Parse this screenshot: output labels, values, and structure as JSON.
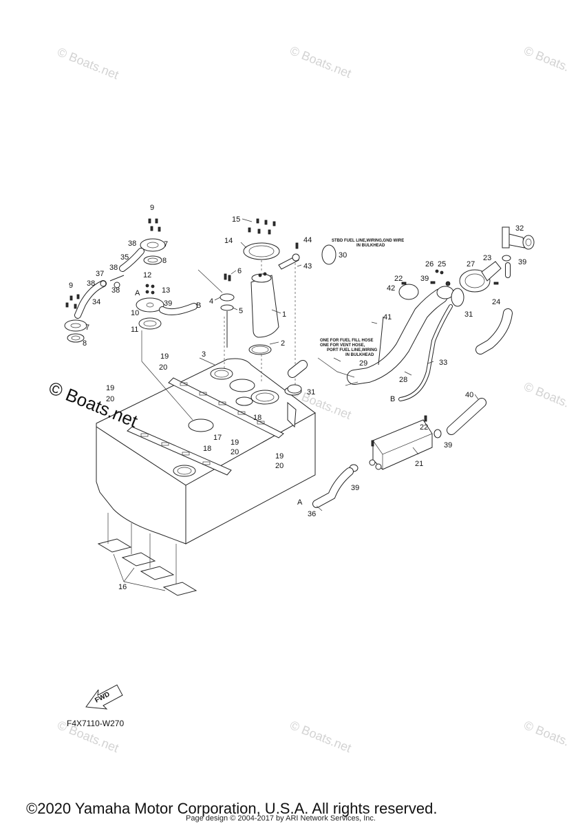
{
  "watermark_text": "© Boats.net",
  "diagram_code": "F4X7110-W270",
  "fwd_label": "FWD",
  "copyright": "©2020 Yamaha Motor Corporation, U.S.A. All rights reserved.",
  "page_design": "Page design © 2004-2017 by ARI Network Services, Inc.",
  "notes": {
    "stbd": [
      "STBD FUEL LINE,WIRING,GND WIRE",
      "IN BULKHEAD"
    ],
    "port": [
      "ONE FOR FUEL FILL HOSE",
      "ONE FOR VENT HOSE,",
      "PORT FUEL LINE,WIRING",
      "IN BULKHEAD"
    ]
  },
  "callouts": {
    "c1": "1",
    "c2": "2",
    "c3": "3",
    "c4": "4",
    "c5": "5",
    "c6": "6",
    "c7a": "7",
    "c7b": "7",
    "c8a": "8",
    "c8b": "8",
    "c9a": "9",
    "c9b": "9",
    "c10": "10",
    "c11": "11",
    "c12": "12",
    "c13": "13",
    "c14": "14",
    "c15": "15",
    "c16": "16",
    "c17": "17",
    "c18a": "18",
    "c18b": "18",
    "c19a": "19",
    "c19b": "19",
    "c19c": "19",
    "c19d": "19",
    "c20a": "20",
    "c20b": "20",
    "c20c": "20",
    "c20d": "20",
    "c21": "21",
    "c22a": "22",
    "c22b": "22",
    "c23": "23",
    "c24": "24",
    "c25": "25",
    "c26": "26",
    "c27": "27",
    "c28": "28",
    "c29": "29",
    "c30": "30",
    "c31a": "31",
    "c31b": "31",
    "c32": "32",
    "c33": "33",
    "c34": "34",
    "c35": "35",
    "c36": "36",
    "c37": "37",
    "c38a": "38",
    "c38b": "38",
    "c38c": "38",
    "c38d": "38",
    "c39a": "39",
    "c39b": "39",
    "c39c": "39",
    "c39d": "39",
    "c39e": "39",
    "c40": "40",
    "c41": "41",
    "c42": "42",
    "c43": "43",
    "c44": "44",
    "refA1": "A",
    "refA2": "A",
    "refB1": "B",
    "refB2": "B"
  }
}
